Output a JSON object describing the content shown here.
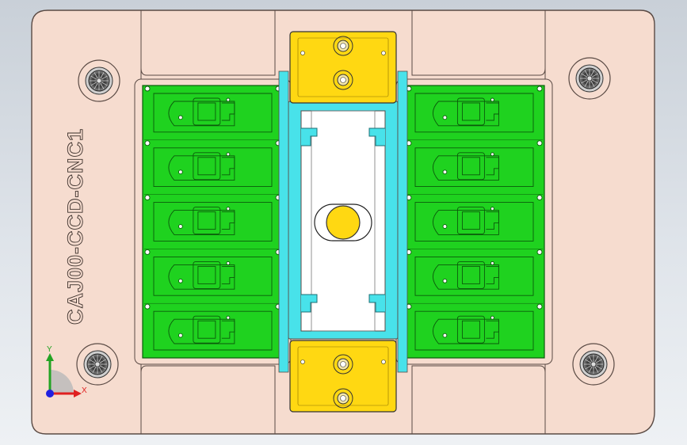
{
  "part_label": "CAJ00-CCD-CNC1",
  "triad": {
    "y_label": "Y",
    "x_label": "X"
  },
  "colors": {
    "viewport_top": "#c9d0d8",
    "fixture_plate": "#f6dccf",
    "fixture_outline": "#5a4a44",
    "pcb_green": "#1fd21f",
    "pcb_outline": "#0b5a0b",
    "clamp_yellow": "#ffd812",
    "slot_cyan": "#48e2ea",
    "center_white": "#ffffff",
    "axis_y": "#23a323",
    "axis_x": "#e02020",
    "axis_z": "#2020e0"
  },
  "pcb_columns": [
    {
      "name": "left-pcb-column",
      "cavities": 5
    },
    {
      "name": "right-pcb-column",
      "cavities": 5
    }
  ],
  "mounting_holes": [
    "top-left",
    "top-right",
    "bottom-left",
    "bottom-right"
  ]
}
